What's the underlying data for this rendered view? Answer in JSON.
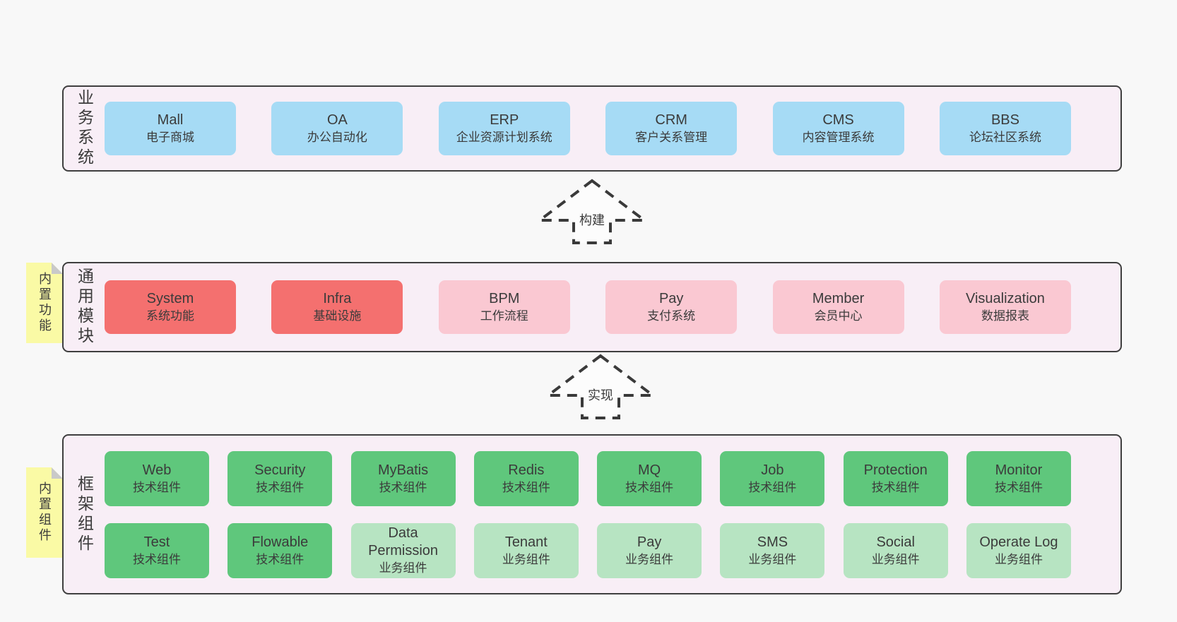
{
  "page": {
    "background": "#f8f8f8"
  },
  "colors": {
    "container_bg": "#f8eef6",
    "container_border": "#3f3f3f",
    "blue_box": "#a6dbf5",
    "red_box": "#f4706f",
    "pink_box": "#fac8d2",
    "green_box": "#5fc77c",
    "light_green_box": "#b7e4c2",
    "note_bg": "#fafaa5",
    "note_fold": "#c9c9c9",
    "text": "#3b3b3b"
  },
  "sections": {
    "business": {
      "label": "业务系统",
      "boxes": [
        {
          "en": "Mall",
          "cn": "电子商城",
          "variant": "blue"
        },
        {
          "en": "OA",
          "cn": "办公自动化",
          "variant": "blue"
        },
        {
          "en": "ERP",
          "cn": "企业资源计划系统",
          "variant": "blue"
        },
        {
          "en": "CRM",
          "cn": "客户关系管理",
          "variant": "blue"
        },
        {
          "en": "CMS",
          "cn": "内容管理系统",
          "variant": "blue"
        },
        {
          "en": "BBS",
          "cn": "论坛社区系统",
          "variant": "blue"
        }
      ]
    },
    "modules": {
      "label": "通用模块",
      "note": "内置功能",
      "boxes": [
        {
          "en": "System",
          "cn": "系统功能",
          "variant": "red"
        },
        {
          "en": "Infra",
          "cn": "基础设施",
          "variant": "red"
        },
        {
          "en": "BPM",
          "cn": "工作流程",
          "variant": "pink"
        },
        {
          "en": "Pay",
          "cn": "支付系统",
          "variant": "pink"
        },
        {
          "en": "Member",
          "cn": "会员中心",
          "variant": "pink"
        },
        {
          "en": "Visualization",
          "cn": "数据报表",
          "variant": "pink"
        }
      ]
    },
    "components": {
      "label": "框架组件",
      "note": "内置组件",
      "row1": [
        {
          "en": "Web",
          "cn": "技术组件",
          "variant": "green"
        },
        {
          "en": "Security",
          "cn": "技术组件",
          "variant": "green"
        },
        {
          "en": "MyBatis",
          "cn": "技术组件",
          "variant": "green"
        },
        {
          "en": "Redis",
          "cn": "技术组件",
          "variant": "green"
        },
        {
          "en": "MQ",
          "cn": "技术组件",
          "variant": "green"
        },
        {
          "en": "Job",
          "cn": "技术组件",
          "variant": "green"
        },
        {
          "en": "Protection",
          "cn": "技术组件",
          "variant": "green"
        },
        {
          "en": "Monitor",
          "cn": "技术组件",
          "variant": "green"
        }
      ],
      "row2": [
        {
          "en": "Test",
          "cn": "技术组件",
          "variant": "green"
        },
        {
          "en": "Flowable",
          "cn": "技术组件",
          "variant": "green"
        },
        {
          "en": "Data Permission",
          "cn": "业务组件",
          "variant": "light-green"
        },
        {
          "en": "Tenant",
          "cn": "业务组件",
          "variant": "light-green"
        },
        {
          "en": "Pay",
          "cn": "业务组件",
          "variant": "light-green"
        },
        {
          "en": "SMS",
          "cn": "业务组件",
          "variant": "light-green"
        },
        {
          "en": "Social",
          "cn": "业务组件",
          "variant": "light-green"
        },
        {
          "en": "Operate Log",
          "cn": "业务组件",
          "variant": "light-green"
        }
      ]
    }
  },
  "arrows": [
    {
      "label": "构建"
    },
    {
      "label": "实现"
    }
  ]
}
